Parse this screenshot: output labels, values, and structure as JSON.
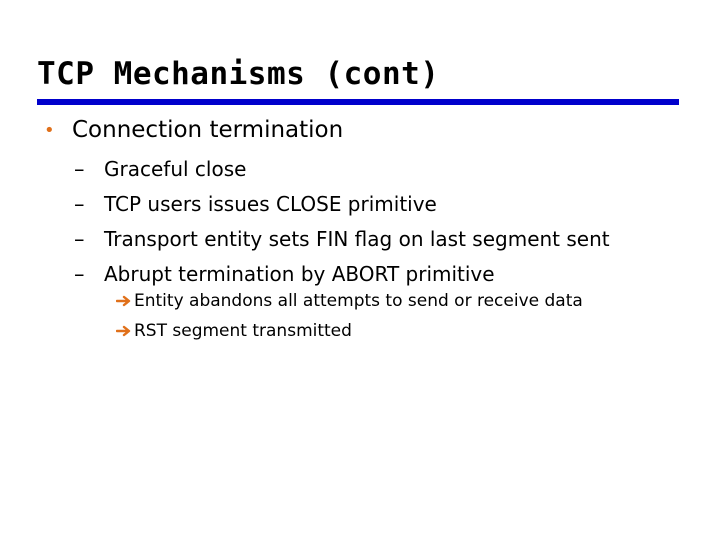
{
  "slide": {
    "title": "TCP Mechanisms (cont)",
    "accent_color": "#0000cc",
    "bullet_color": "#e0701a",
    "arrow_color": "#e0701a"
  },
  "content": {
    "bullet": {
      "marker": "•",
      "text": "Connection termination"
    },
    "sub_items": [
      {
        "dash": "–",
        "text": "Graceful close"
      },
      {
        "dash": "–",
        "text": "TCP users issues CLOSE primitive"
      },
      {
        "dash": "–",
        "text": "Transport entity sets FIN flag on last segment sent"
      },
      {
        "dash": "–",
        "text": "Abrupt termination by ABORT primitive"
      }
    ],
    "subsub_items": [
      {
        "icon": "arrow-right-icon",
        "text": "Entity abandons all attempts to send or receive data"
      },
      {
        "icon": "arrow-right-icon",
        "text": "RST segment transmitted"
      }
    ]
  }
}
